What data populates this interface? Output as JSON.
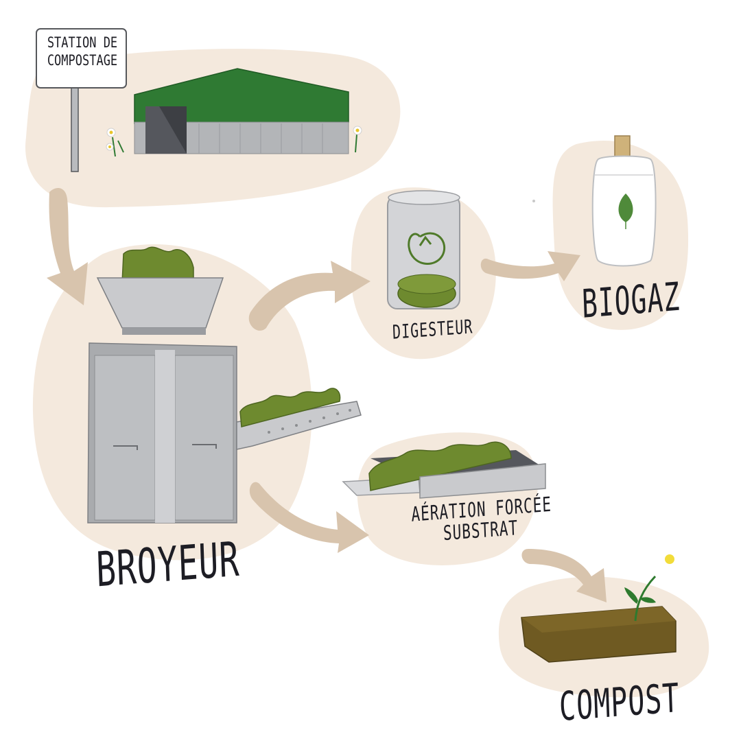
{
  "sign": {
    "line1": "STATION DE",
    "line2": "COMPOSTAGE"
  },
  "nodes": {
    "broyeur": "BROYEUR",
    "digesteur": "DIGESTEUR",
    "biogaz": "BIOGAZ",
    "aeration_line1": "AÉRATION FORCÉE",
    "aeration_line2": "SUBSTRAT",
    "compost": "COMPOST"
  },
  "colors": {
    "blob": "#f4e9dd",
    "arrow": "#d8c4ad",
    "roof_green": "#2f7a33",
    "metal_grey": "#a9abad",
    "waste_green": "#6e8a2f",
    "compost_brown": "#6f5a22",
    "outline": "#1d1d24"
  }
}
